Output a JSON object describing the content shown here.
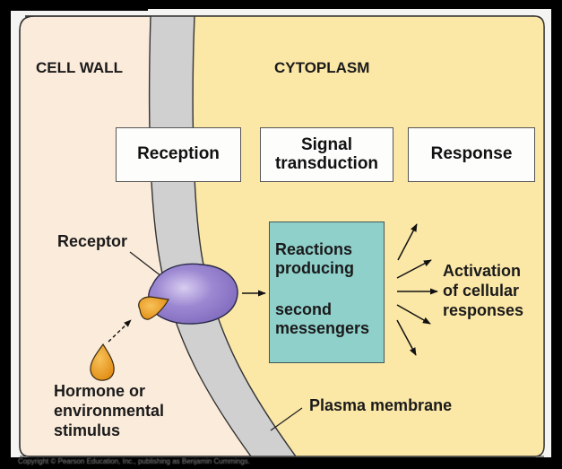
{
  "diagram": {
    "regions": {
      "cell_wall": "CELL WALL",
      "cytoplasm": "CYTOPLASM"
    },
    "stages": [
      {
        "id": "reception",
        "label": "Reception"
      },
      {
        "id": "signal-transduction",
        "label_line1": "Signal",
        "label_line2": "transduction"
      },
      {
        "id": "response",
        "label": "Response"
      }
    ],
    "labels": {
      "receptor": "Receptor",
      "hormone_line1": "Hormone or",
      "hormone_line2": "environmental",
      "hormone_line3": "stimulus",
      "plasma_membrane": "Plasma membrane",
      "reactions_line1": "Reactions",
      "reactions_line2": "producing",
      "reactions_line3": "second",
      "reactions_line4": "messengers",
      "activation_line1": "Activation",
      "activation_line2": "of cellular",
      "activation_line3": "responses"
    },
    "copyright": "Copyright © Pearson Education, Inc., publishing as Benjamin Cummings.",
    "colors": {
      "cell_wall_bg": "#fbebdb",
      "cytoplasm_bg": "#fbe7a6",
      "membrane": "#cfd0cf",
      "receptor": "#9b86d0",
      "hormone": "#f0a020",
      "teal_box": "#8fd0cb"
    }
  }
}
